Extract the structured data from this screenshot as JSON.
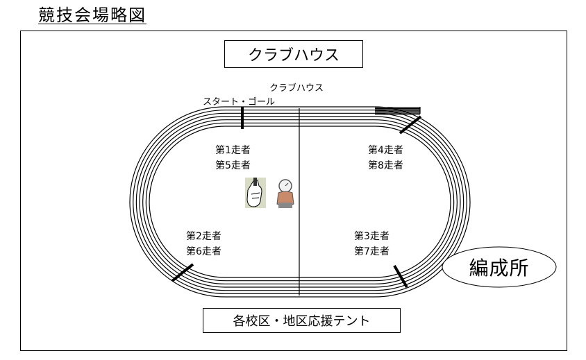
{
  "title": "競技会場略図",
  "clubhouse_box_label": "クラブハウス",
  "clubhouse_label": "クラブハウス",
  "start_goal_label": "スタート・ゴール",
  "runners": {
    "group_1_5": [
      "第1走者",
      "第5走者"
    ],
    "group_2_6": [
      "第2走者",
      "第6走者"
    ],
    "group_3_7": [
      "第3走者",
      "第7走者"
    ],
    "group_4_8": [
      "第4走者",
      "第8走者"
    ]
  },
  "tent_label": "各校区・地区応援テント",
  "marshalling_label": "編成所",
  "icons": [
    "starter-pistol-hand-icon",
    "stopwatch-hand-icon"
  ]
}
